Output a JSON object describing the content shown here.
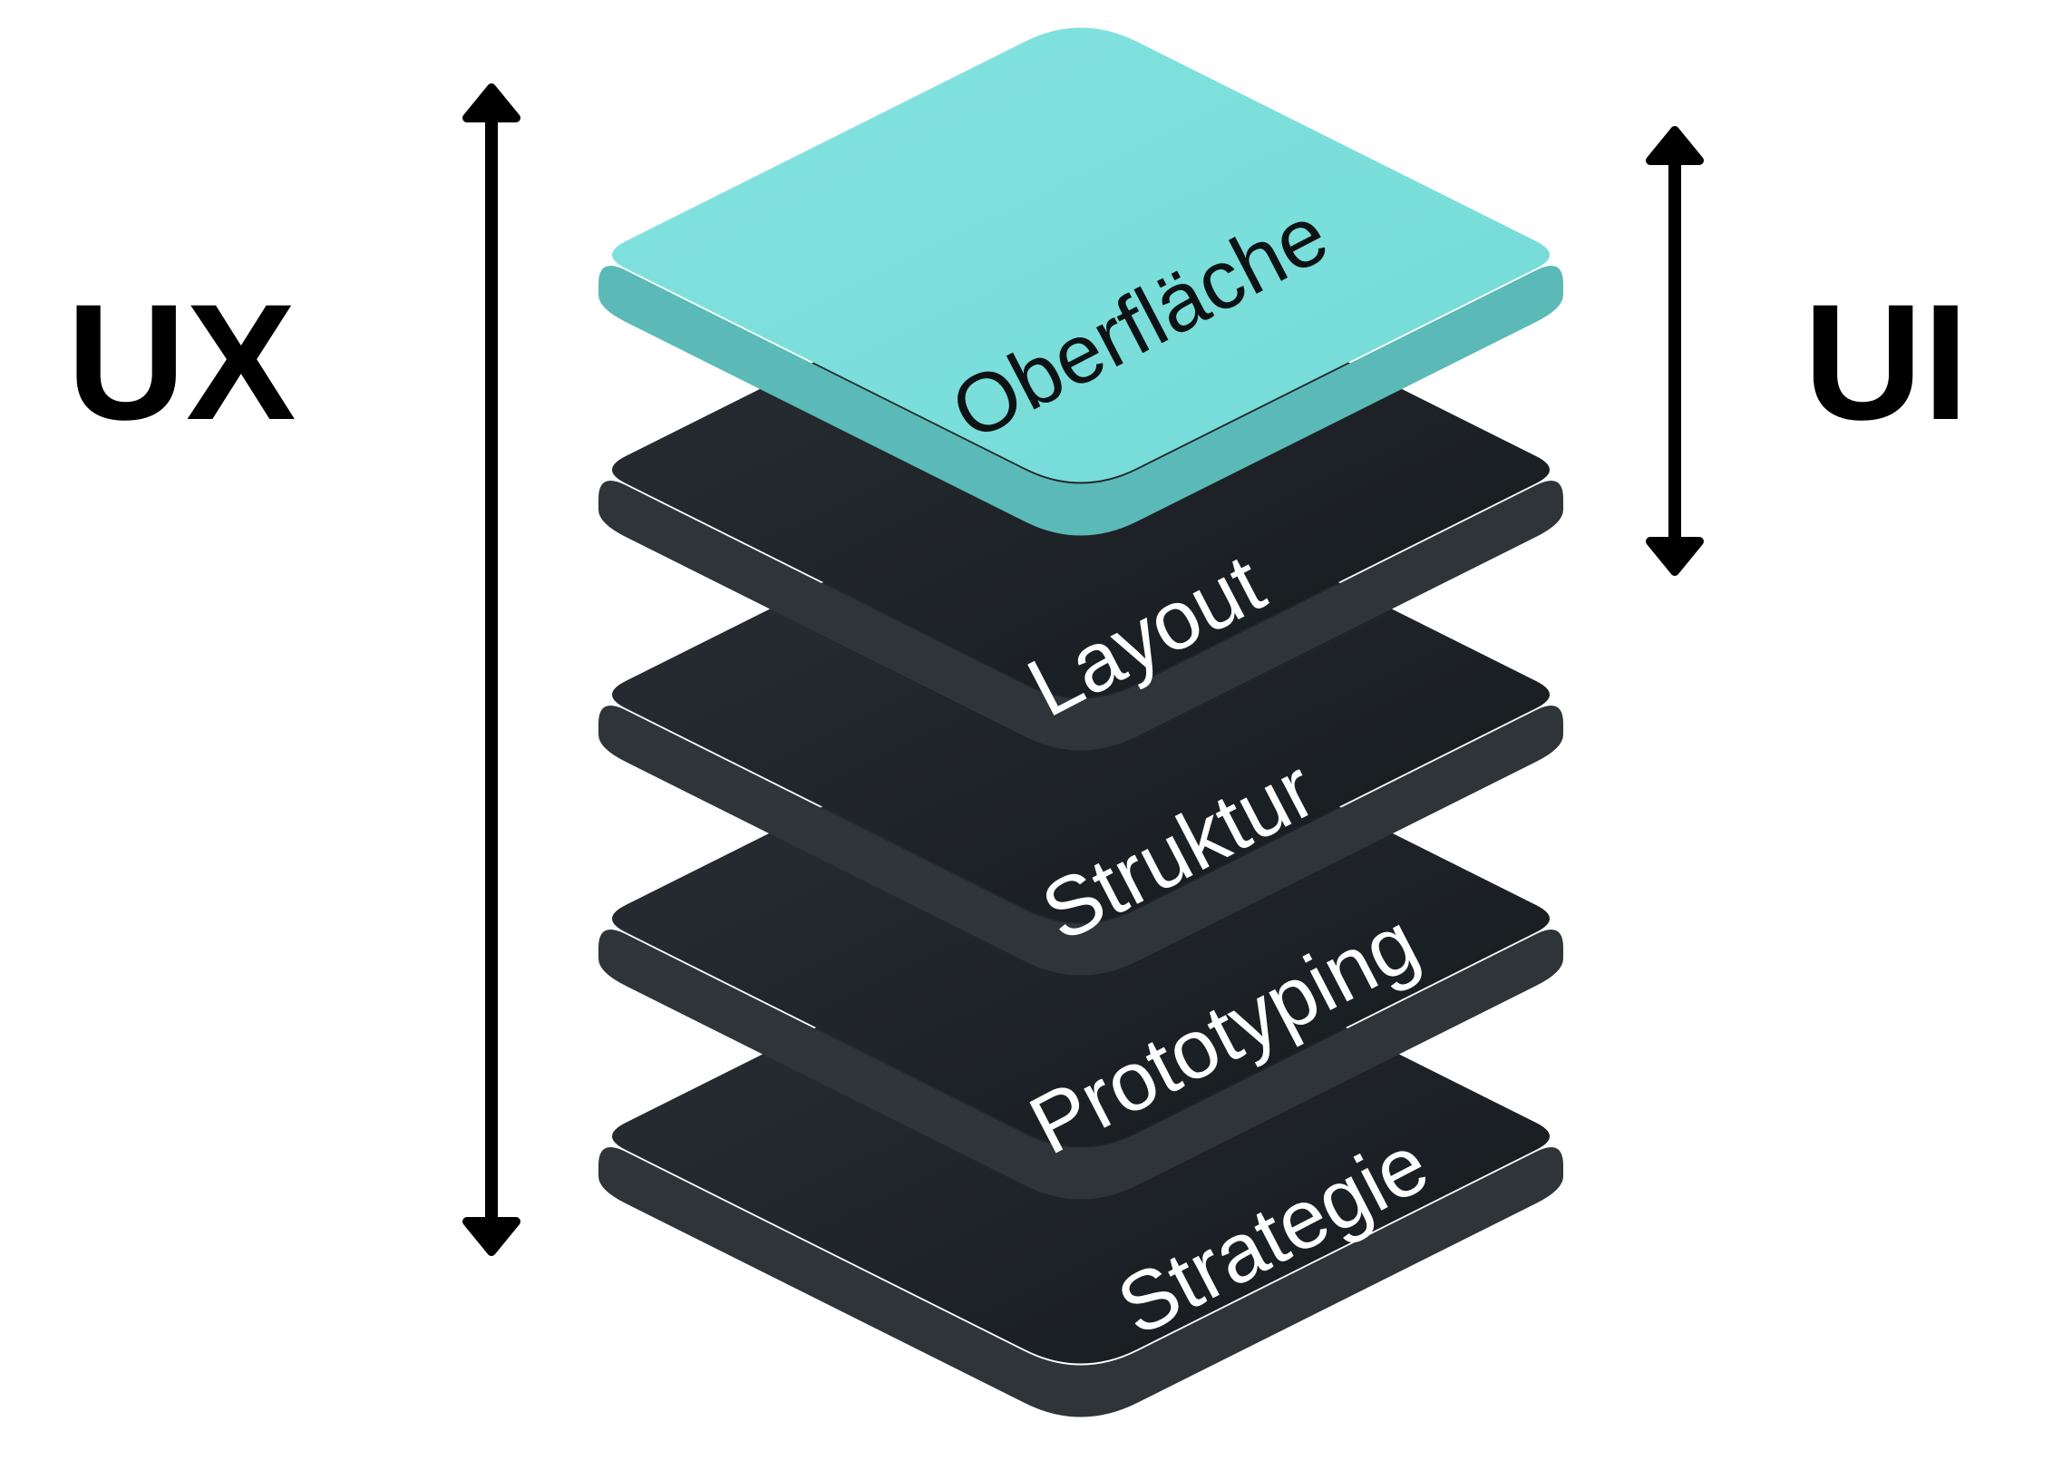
{
  "labels": {
    "ux": "UX",
    "ui": "UI"
  },
  "layers": [
    {
      "label": "Oberfläche"
    },
    {
      "label": "Layout"
    },
    {
      "label": "Struktur"
    },
    {
      "label": "Prototyping"
    },
    {
      "label": "Strategie"
    }
  ],
  "colors": {
    "surface_top": "#7BDFDC",
    "surface_side": "#5BBAB8",
    "dark_top": "#1F2428",
    "dark_side": "#2E3438",
    "dark_text": "#FFFFFF",
    "light_text": "#0D1214",
    "arrow": "#000000"
  }
}
